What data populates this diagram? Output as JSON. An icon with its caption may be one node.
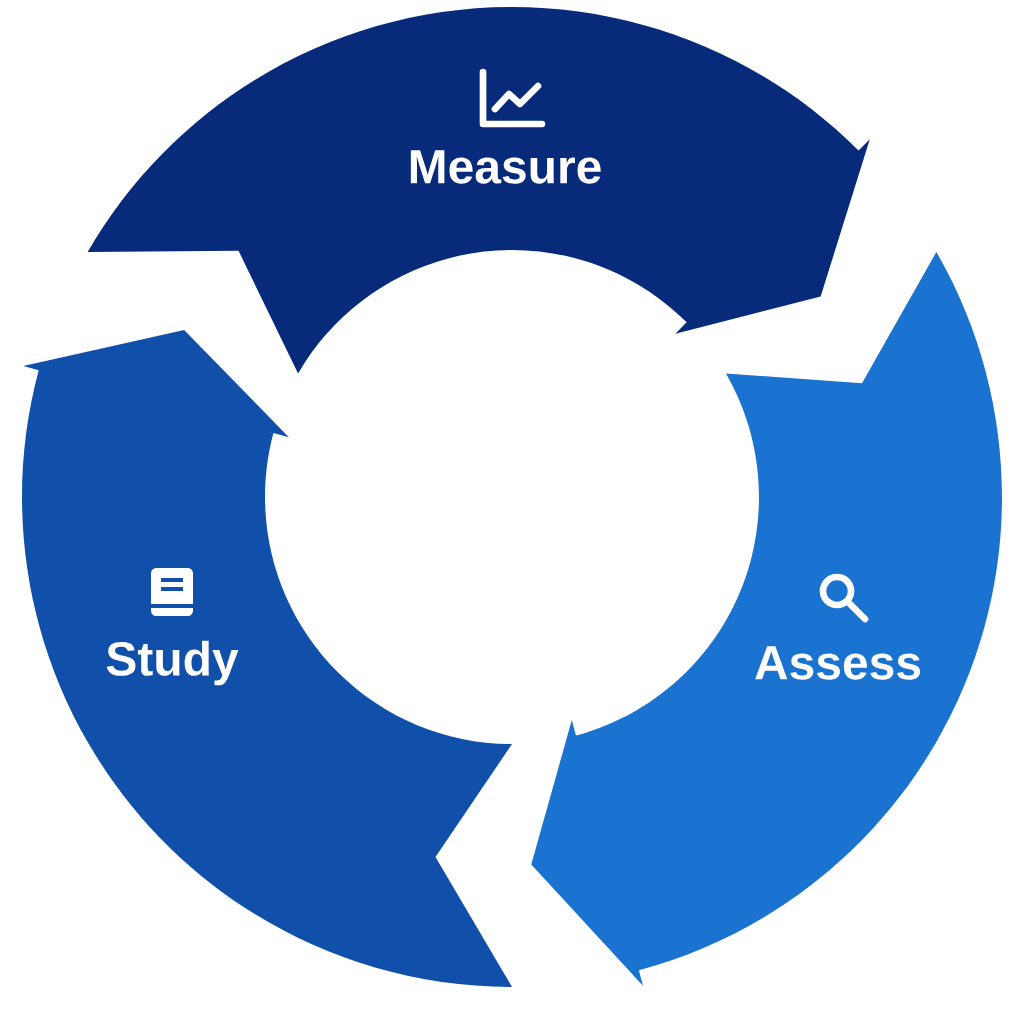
{
  "diagram": {
    "nodes": [
      {
        "text": [
          "Measure"
        ]
      },
      {
        "text": [
          "Study"
        ]
      },
      {
        "text": [
          "Assess"
        ]
      }
    ]
  }
}
